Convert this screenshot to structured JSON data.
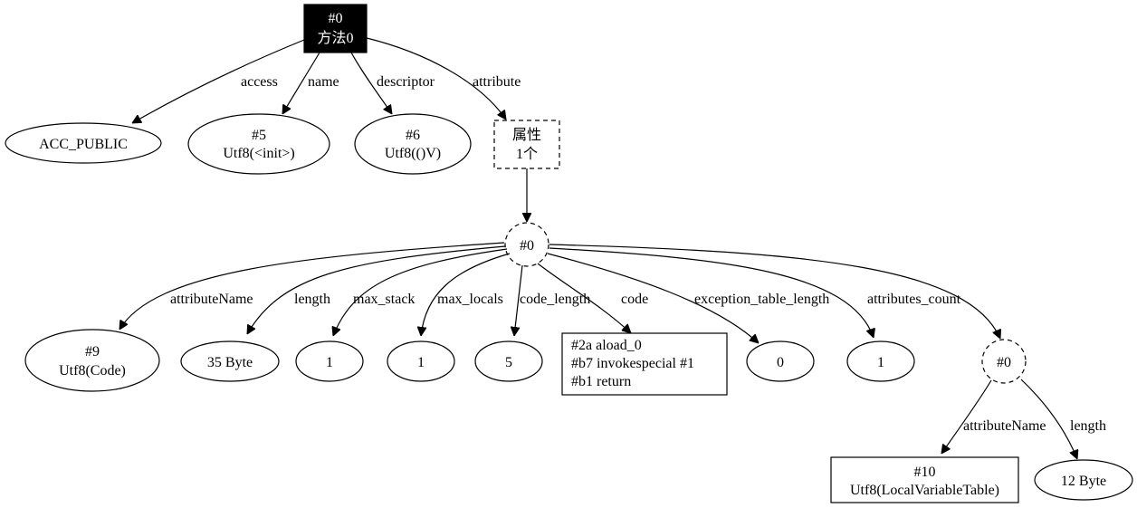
{
  "nodes": {
    "method": {
      "lines": [
        "#0",
        "方法0"
      ]
    },
    "acc_public": {
      "lines": [
        "ACC_PUBLIC"
      ]
    },
    "name_ref": {
      "lines": [
        "#5",
        "Utf8(<init>)"
      ]
    },
    "descriptor_ref": {
      "lines": [
        "#6",
        "Utf8(()V)"
      ]
    },
    "attributes": {
      "lines": [
        "属性",
        "1个"
      ]
    },
    "attr0": {
      "lines": [
        "#0"
      ]
    },
    "attr_name": {
      "lines": [
        "#9",
        "Utf8(Code)"
      ]
    },
    "length_val": {
      "lines": [
        "35 Byte"
      ]
    },
    "max_stack_val": {
      "lines": [
        "1"
      ]
    },
    "max_locals_val": {
      "lines": [
        "1"
      ]
    },
    "code_length_val": {
      "lines": [
        "5"
      ]
    },
    "code_val": {
      "lines": [
        "#2a aload_0",
        "#b7 invokespecial  #1",
        "#b1 return"
      ]
    },
    "exception_len_val": {
      "lines": [
        "0"
      ]
    },
    "attr_count_val": {
      "lines": [
        "1"
      ]
    },
    "sub_attr0": {
      "lines": [
        "#0"
      ]
    },
    "lvt_name": {
      "lines": [
        "#10",
        "Utf8(LocalVariableTable)"
      ]
    },
    "lvt_length": {
      "lines": [
        "12 Byte"
      ]
    }
  },
  "edges": {
    "access": "access",
    "name": "name",
    "descriptor": "descriptor",
    "attribute": "attribute",
    "attributeName": "attributeName",
    "length": "length",
    "max_stack": "max_stack",
    "max_locals": "max_locals",
    "code_length": "code_length",
    "code": "code",
    "exception_table_length": "exception_table_length",
    "attributes_count": "attributes_count",
    "sub_attributeName": "attributeName",
    "sub_length": "length"
  }
}
